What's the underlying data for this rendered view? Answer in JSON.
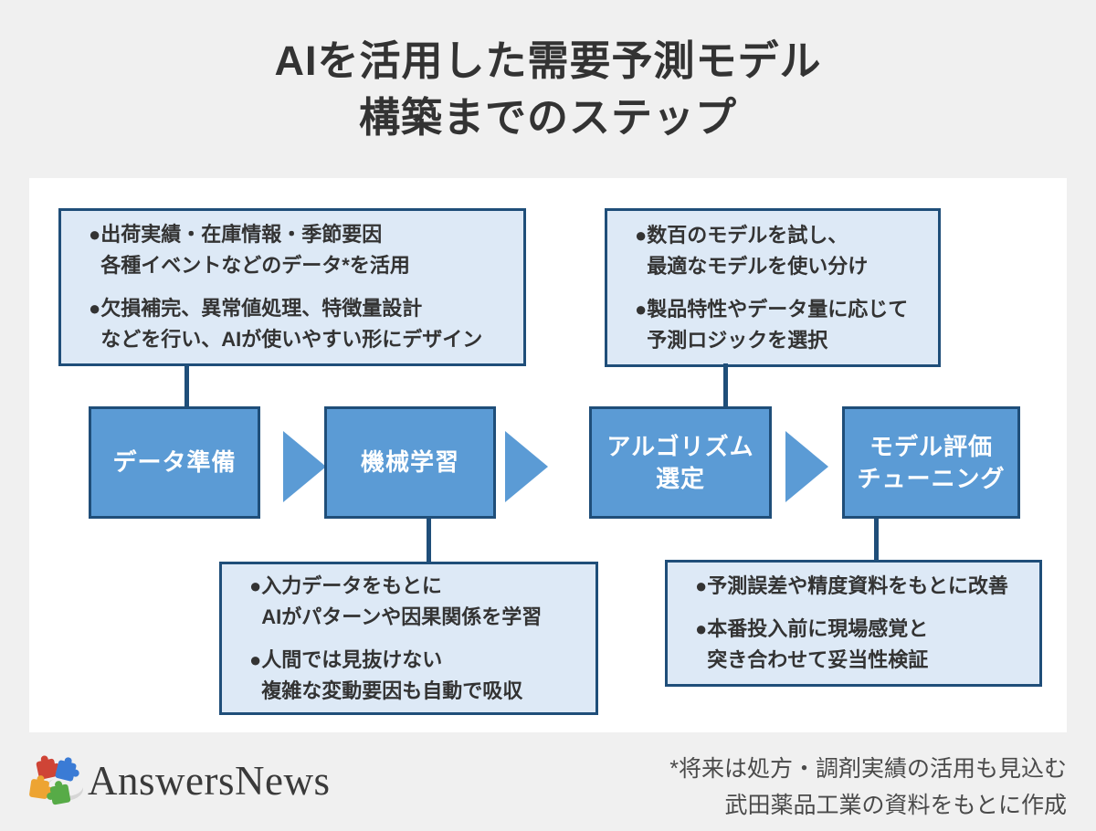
{
  "ui": {
    "bullet_char": "●"
  },
  "title": {
    "line1": "AIを活用した需要予測モデル",
    "line2": "構築までのステップ"
  },
  "flow": {
    "steps": [
      {
        "line1": "データ準備",
        "line2": ""
      },
      {
        "line1": "機械学習",
        "line2": ""
      },
      {
        "line1": "アルゴリズム",
        "line2": "選定"
      },
      {
        "line1": "モデル評価",
        "line2": "チューニング"
      }
    ]
  },
  "callouts": {
    "top_left": {
      "bullets": [
        {
          "line1": "出荷実績・在庫情報・季節要因",
          "line2": "各種イベントなどのデータ*を活用"
        },
        {
          "line1": "欠損補完、異常値処理、特徴量設計",
          "line2": "などを行い、AIが使いやすい形にデザイン"
        }
      ]
    },
    "top_right": {
      "bullets": [
        {
          "line1": "数百のモデルを試し、",
          "line2": "最適なモデルを使い分け"
        },
        {
          "line1": "製品特性やデータ量に応じて",
          "line2": "予測ロジックを選択"
        }
      ]
    },
    "bottom_left": {
      "bullets": [
        {
          "line1": "入力データをもとに",
          "line2": "AIがパターンや因果関係を学習"
        },
        {
          "line1": "人間では見抜けない",
          "line2": "複雑な変動要因も自動で吸収"
        }
      ]
    },
    "bottom_right": {
      "bullets": [
        {
          "line1": "予測誤差や精度資料をもとに改善",
          "line2": ""
        },
        {
          "line1": "本番投入前に現場感覚と",
          "line2": "突き合わせて妥当性検証"
        }
      ]
    }
  },
  "footer": {
    "logo_text": "AnswersNews",
    "note_line1": "*将来は処方・調剤実績の活用も見込む",
    "note_line2": "武田薬品工業の資料をもとに作成"
  },
  "colors": {
    "page_background": "#f0f0f0",
    "panel_background": "#ffffff",
    "step_fill": "#5b9bd5",
    "outline_dark_blue": "#1f4e79",
    "callout_fill": "#dde9f6",
    "text_dark": "#333333"
  }
}
